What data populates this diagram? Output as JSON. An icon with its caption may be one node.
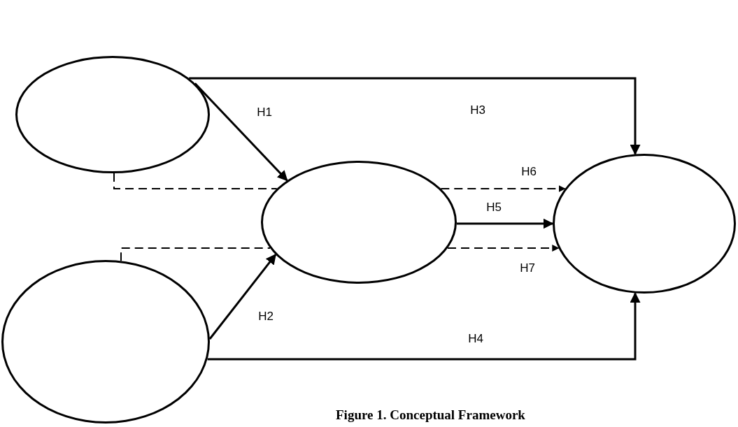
{
  "diagram": {
    "caption": "Figure 1. Conceptual Framework",
    "nodes": [
      {
        "text": [],
        "shape": "circle"
      },
      {
        "text": [],
        "shape": "circle"
      },
      {
        "text": [],
        "shape": "circle"
      },
      {
        "text": [],
        "shape": "circle"
      }
    ],
    "edges": [
      {
        "from": 0,
        "to": 1,
        "arrow": "to",
        "label": "H1"
      },
      {
        "from": 2,
        "to": 1,
        "arrow": "to",
        "label": "H2"
      },
      {
        "from": 0,
        "to": 3,
        "arrow": "to",
        "label": "H3"
      },
      {
        "from": 2,
        "to": 3,
        "arrow": "to",
        "label": "H4"
      },
      {
        "from": 1,
        "to": 3,
        "arrow": "to",
        "label": "H5"
      },
      {
        "from": 0,
        "to": 1,
        "arrow": "none",
        "style": "dashed"
      },
      {
        "from": 1,
        "to": 3,
        "arrow": "to",
        "label": "H6",
        "style": "dashed"
      },
      {
        "from": 2,
        "to": 1,
        "arrow": "none",
        "style": "dashed"
      },
      {
        "from": 1,
        "to": 3,
        "arrow": "to",
        "label": "H7",
        "style": "dashed"
      }
    ]
  }
}
